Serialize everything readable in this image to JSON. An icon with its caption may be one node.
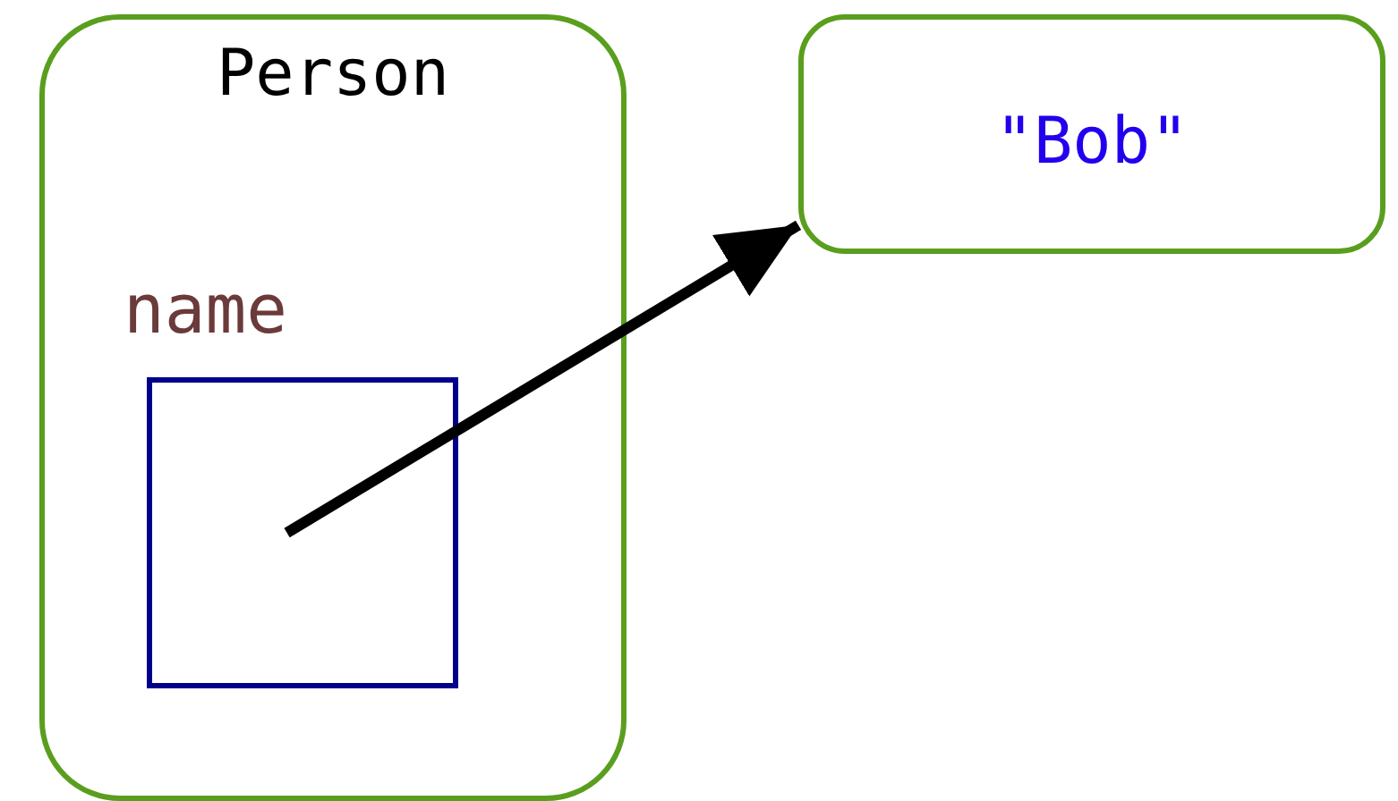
{
  "diagram": {
    "nodes": [
      {
        "text": [
          "Person"
        ]
      },
      {
        "text": [
          "name"
        ],
        "in": 0
      },
      {
        "text": [
          "\"Bob\""
        ]
      }
    ],
    "edges": [
      {
        "from": 1,
        "to": 2,
        "arrow": "to"
      }
    ]
  }
}
